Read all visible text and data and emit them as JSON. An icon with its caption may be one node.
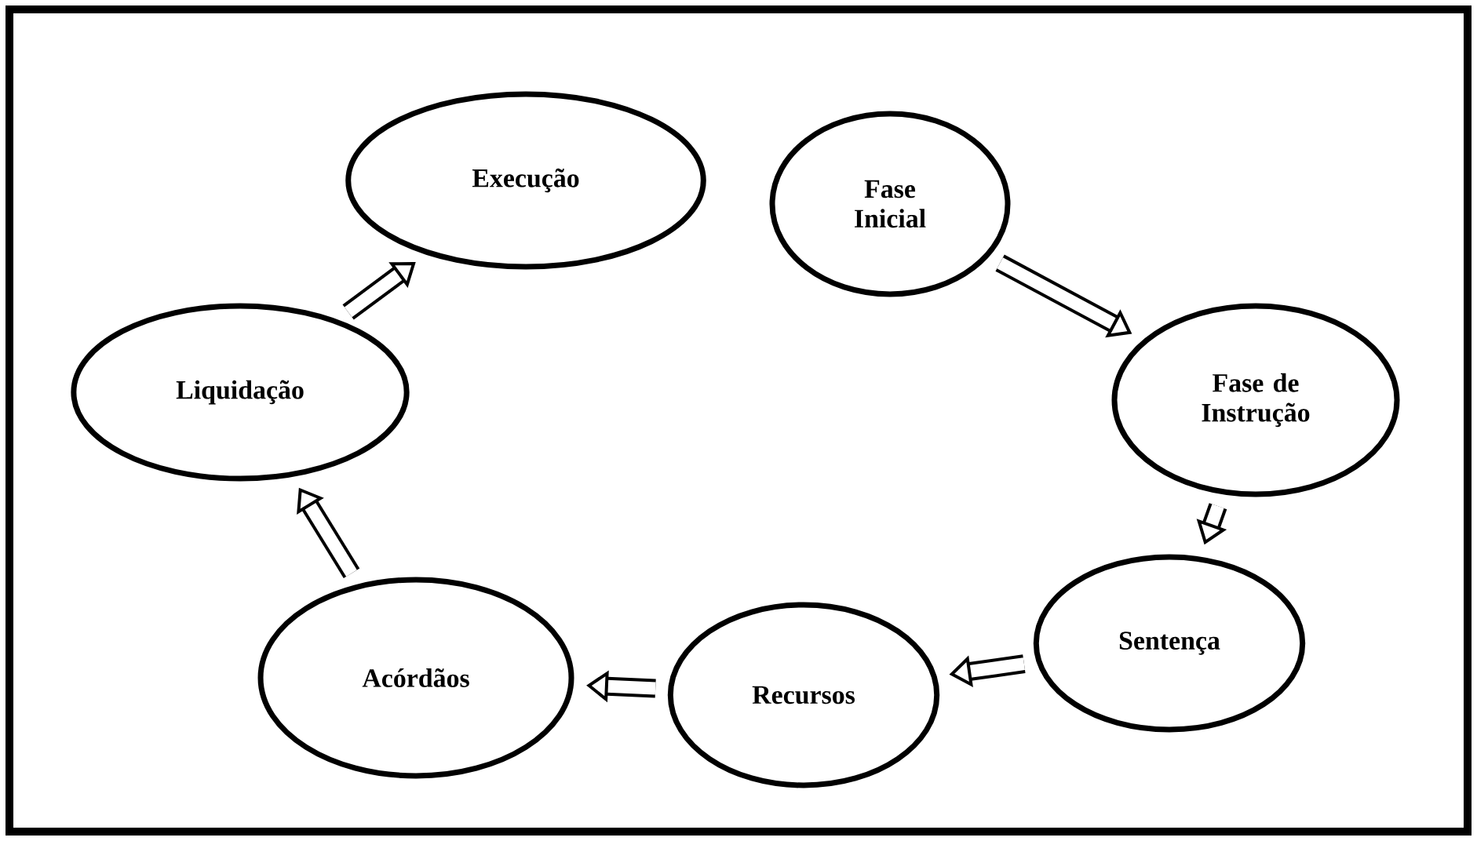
{
  "diagram": {
    "nodes": [
      {
        "text": [
          "Fase Inicial"
        ]
      },
      {
        "text": [
          "Fase de Instrução"
        ]
      },
      {
        "text": [
          "Sentença"
        ]
      },
      {
        "text": [
          "Recursos"
        ]
      },
      {
        "text": [
          "Acórdãos"
        ]
      },
      {
        "text": [
          "Liquidação"
        ]
      },
      {
        "text": [
          "Execução"
        ]
      }
    ],
    "edges": [
      {
        "from": 0,
        "to": 1,
        "arrow": "to"
      },
      {
        "from": 1,
        "to": 2,
        "arrow": "to"
      },
      {
        "from": 2,
        "to": 3,
        "arrow": "to"
      },
      {
        "from": 3,
        "to": 4,
        "arrow": "to"
      },
      {
        "from": 4,
        "to": 5,
        "arrow": "to"
      },
      {
        "from": 5,
        "to": 6,
        "arrow": "to"
      }
    ]
  }
}
